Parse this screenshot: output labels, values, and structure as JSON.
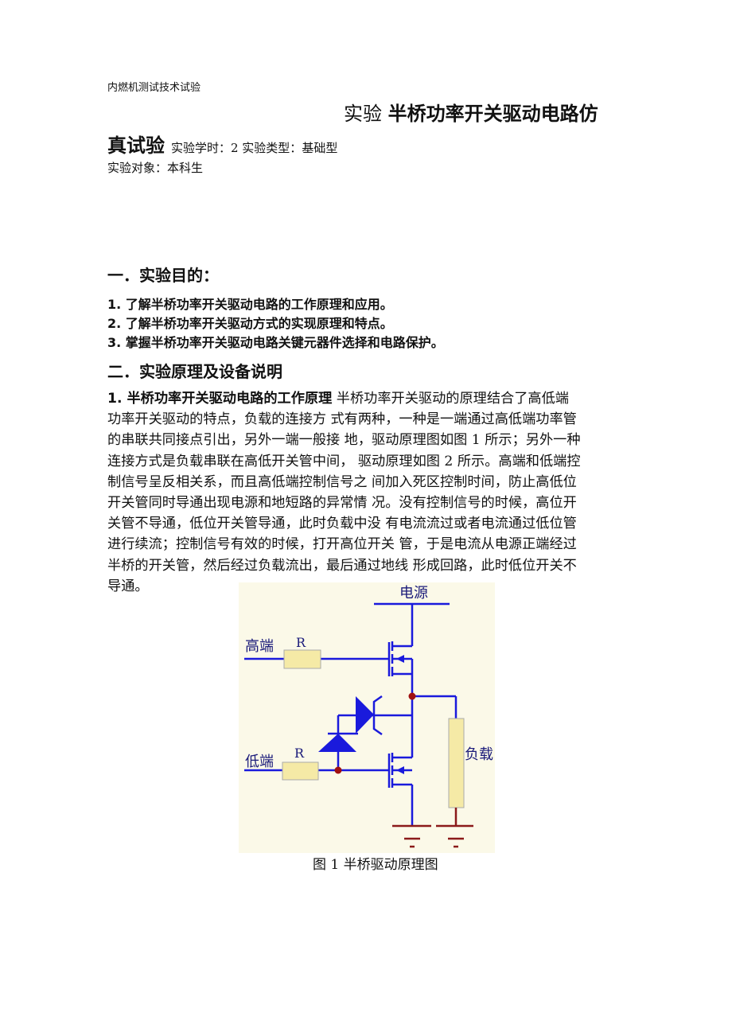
{
  "header": "内燃机测试技术试验",
  "title": {
    "part1_prefix": "实验",
    "part1_main": "半桥功率开关驱动电路仿",
    "part2": "真试验",
    "meta": "实验学时：2 实验类型：基础型"
  },
  "audience": "实验对象：本科生",
  "section1": {
    "heading": "一．实验目的：",
    "items": [
      "1.  了解半桥功率开关驱动电路的工作原理和应用。",
      "2.  了解半桥功率开关驱动方式的实现原理和特点。",
      "3.  掌握半桥功率开关驱动电路关键元器件选择和电路保护。"
    ]
  },
  "section2": {
    "heading": "二．实验原理及设备说明",
    "sub_title": "1.   半桥功率开关驱动电路的工作原理",
    "lines": [
      "半桥功率开关驱动的原理结合了高低端",
      "功率开关驱动的特点，负载的连接方 式有两种，一种是一端通过高低端功率管",
      "的串联共同接点引出，另外一端一般接 地，驱动原理图如图 1 所示；另外一种",
      "连接方式是负载串联在高低开关管中间， 驱动原理如图 2 所示。高端和低端控",
      "制信号呈反相关系，而且高低端控制信号之 间加入死区控制时间，防止高低位",
      "开关管同时导通出现电源和地短路的异常情 况。没有控制信号的时候，高位开",
      "关管不导通，低位开关管导通，此时负载中没 有电流流过或者电流通过低位管",
      "进行续流；控制信号有效的时候，打开高位开关 管，于是电流从电源正端经过",
      "半桥的开关管，然后经过负载流出，最后通过地线 形成回路，此时低位开关不",
      "导通。"
    ]
  },
  "figure": {
    "power": "电源",
    "high": "高端",
    "low": "低端",
    "r": "R",
    "load": "负载",
    "caption": "图 1  半桥驱动原理图",
    "colors": {
      "wire": "#1a1adc",
      "ground": "#8b1a1a",
      "resistor": "#f5eaa6",
      "node": "#a01010"
    }
  }
}
